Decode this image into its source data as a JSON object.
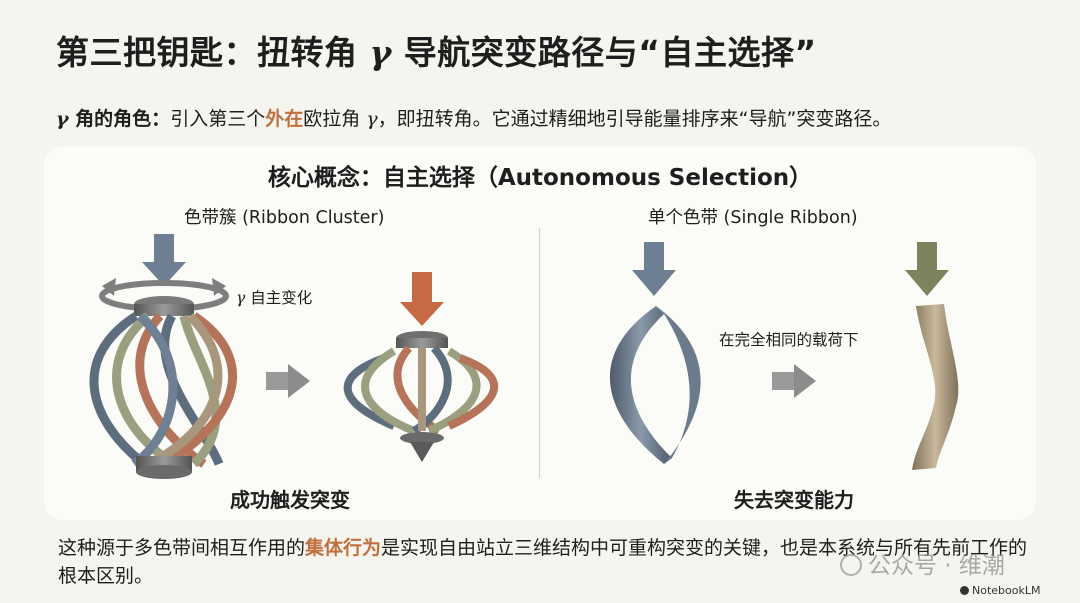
{
  "title": {
    "prefix": "第三把钥匙：扭转角 ",
    "gamma": "γ",
    "suffix": " 导航突变路径与“自主选择”"
  },
  "intro": {
    "lead_gamma": "γ",
    "lead_text": " 角的角色",
    "colon": "：",
    "part1": "引入第三个",
    "highlight": "外在",
    "part2": "欧拉角 ",
    "gamma": "γ",
    "part3": "，即扭转角。它通过精细地引导能量排序来“导航”突变路径。"
  },
  "panel": {
    "title": "核心概念：自主选择（Autonomous Selection）",
    "left": {
      "subtitle": "色带簇 (Ribbon Cluster)",
      "tag_gamma": "γ",
      "tag_text": " 自主变化",
      "caption": "成功触发突变"
    },
    "right": {
      "subtitle": "单个色带 (Single Ribbon)",
      "tag_text": "在完全相同的载荷下",
      "caption": "失去突变能力"
    }
  },
  "bottom": {
    "part1": "这种源于多色带间相互作用的",
    "highlight": "集体行为",
    "part2": "是实现自由站立三维结构中可重构突变的关键，也是本系统与所有先前工作的根本区别。"
  },
  "watermark": "公众号 · 维潮",
  "brand": "NotebookLM",
  "colors": {
    "accent": "#c0703f",
    "arrow_blue": "#6e7f93",
    "arrow_orange": "#c66a45",
    "arrow_olive": "#7d835e",
    "ribbon_steel": "#5d6d7e",
    "ribbon_copper": "#b5735a",
    "ribbon_sage": "#9aa07f",
    "ribbon_tan": "#a8977c"
  }
}
